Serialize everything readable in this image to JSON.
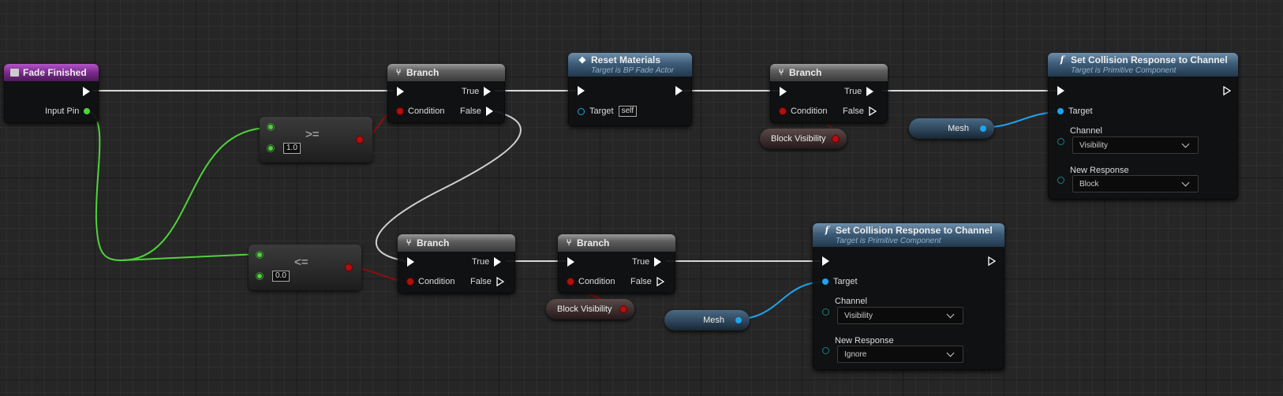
{
  "nodes": {
    "fade_finished": {
      "title": "Fade Finished",
      "input_pin": "Input Pin"
    },
    "compare_ge": {
      "op": ">=",
      "value": "1.0"
    },
    "compare_le": {
      "op": "<=",
      "value": "0.0"
    },
    "branch1": {
      "title": "Branch",
      "true_label": "True",
      "false_label": "False",
      "condition_label": "Condition"
    },
    "branch2": {
      "title": "Branch",
      "true_label": "True",
      "false_label": "False",
      "condition_label": "Condition"
    },
    "branch3": {
      "title": "Branch",
      "true_label": "True",
      "false_label": "False",
      "condition_label": "Condition"
    },
    "branch4": {
      "title": "Branch",
      "true_label": "True",
      "false_label": "False",
      "condition_label": "Condition"
    },
    "reset_materials": {
      "title": "Reset Materials",
      "subtitle": "Target is BP Fade Actor",
      "target_label": "Target",
      "target_value": "self"
    },
    "set_collision_1": {
      "title": "Set Collision Response to Channel",
      "subtitle": "Target is Primitive Component",
      "target_label": "Target",
      "channel_label": "Channel",
      "channel_value": "Visibility",
      "response_label": "New Response",
      "response_value": "Block"
    },
    "set_collision_2": {
      "title": "Set Collision Response to Channel",
      "subtitle": "Target is Primitive Component",
      "target_label": "Target",
      "channel_label": "Channel",
      "channel_value": "Visibility",
      "response_label": "New Response",
      "response_value": "Ignore"
    },
    "block_visibility_1": {
      "label": "Block Visibility"
    },
    "block_visibility_2": {
      "label": "Block Visibility"
    },
    "mesh_1": {
      "label": "Mesh"
    },
    "mesh_2": {
      "label": "Mesh"
    }
  },
  "colors": {
    "exec": "#ffffff",
    "bool": "#b01010",
    "float": "#4fd33a",
    "object": "#1fa3ee",
    "grid": "#262626"
  }
}
